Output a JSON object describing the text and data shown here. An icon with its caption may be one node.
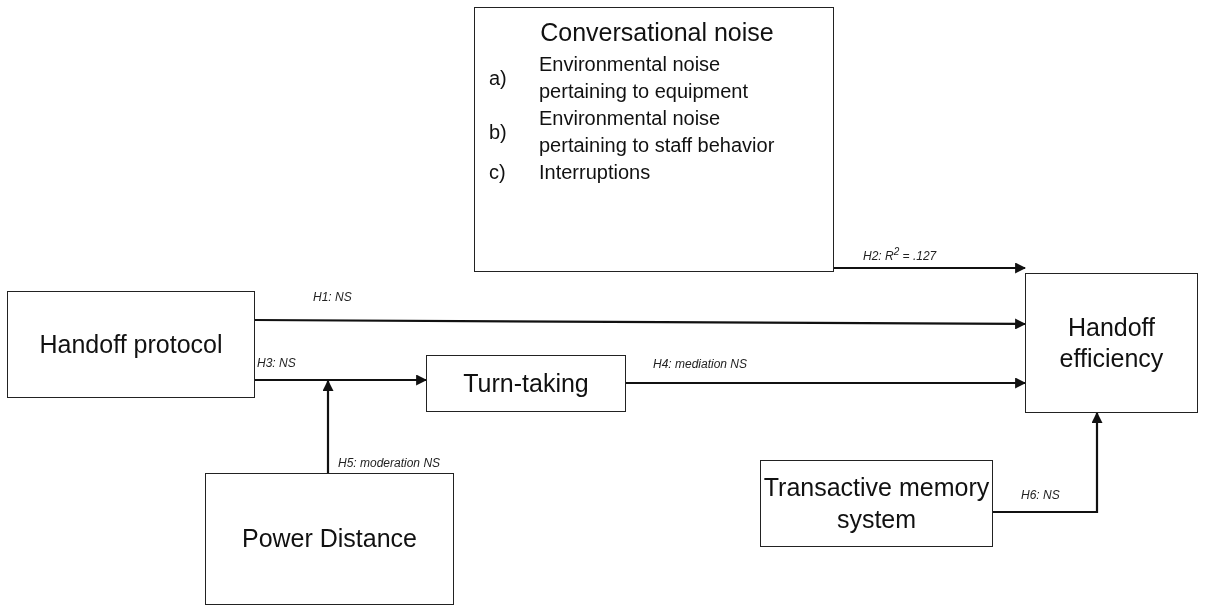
{
  "diagram": {
    "nodes": [
      {
        "text": [
          "Conversational noise",
          "a)",
          "Environmental noise pertaining to equipment",
          "b)",
          "Environmental noise pertaining to staff behavior",
          "c)",
          "Interruptions"
        ]
      },
      {
        "text": [
          "Handoff protocol"
        ]
      },
      {
        "text": [
          "Turn-taking"
        ]
      },
      {
        "text": [
          "Handoff efficiency"
        ]
      },
      {
        "text": [
          "Power Distance"
        ]
      },
      {
        "text": [
          "Transactive memory system"
        ]
      }
    ],
    "edges": [
      {
        "from": 0,
        "to": 3,
        "arrow": "to",
        "label": "H2: R$^{2}$ = .127"
      },
      {
        "from": 1,
        "to": 3,
        "arrow": "to",
        "label": "H1: NS"
      },
      {
        "from": 1,
        "to": 2,
        "arrow": "to",
        "label": "H3: NS"
      },
      {
        "from": 2,
        "to": 3,
        "arrow": "to",
        "label": "H4: mediation NS"
      },
      {
        "from": 4,
        "to": null,
        "arrow": "to",
        "label": "H5:  moderation NS"
      },
      {
        "from": 5,
        "to": 3,
        "arrow": "to",
        "label": "H6: NS"
      }
    ]
  }
}
